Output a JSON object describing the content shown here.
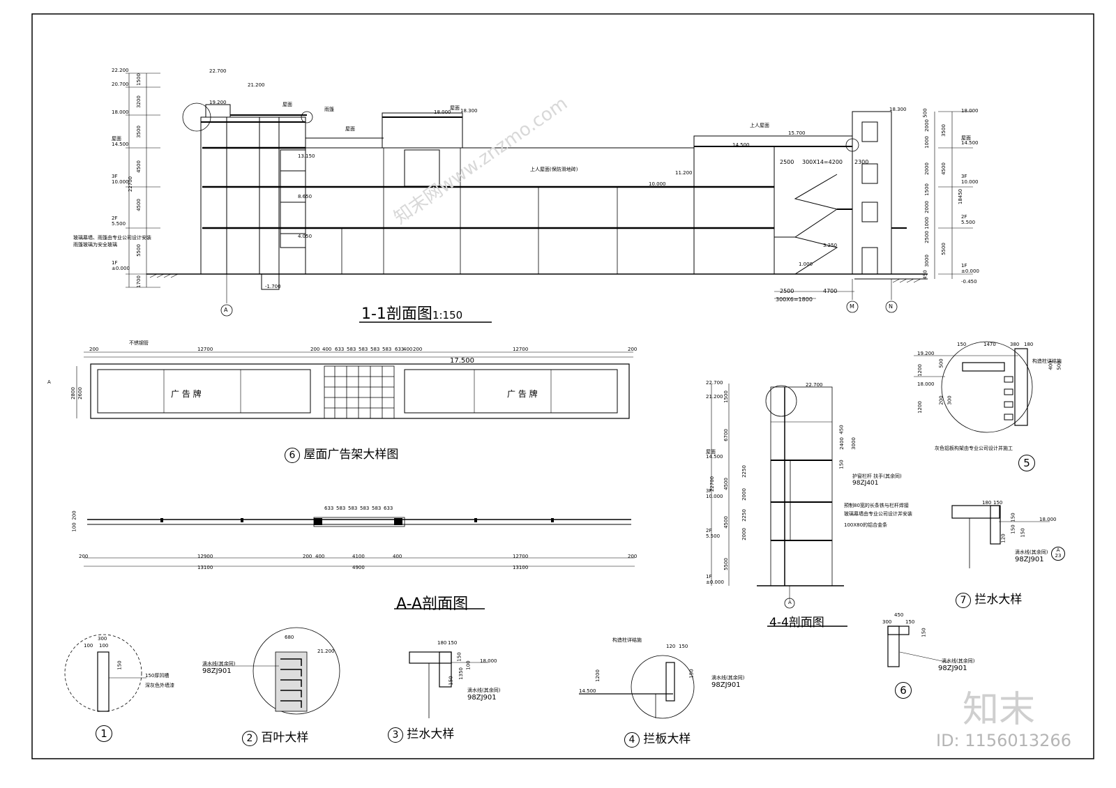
{
  "titles": {
    "section_1_1": "1-1剖面图",
    "section_1_1_scale": "1:150",
    "roof_ad": "屋面广告架大样图",
    "roof_ad_num": "6",
    "section_aa": "A-A剖面图",
    "section_44": "4-4剖面图",
    "d1_num": "1",
    "d2_num": "2",
    "d2": "百叶大样",
    "d3_num": "3",
    "d3": "拦水大样",
    "d4_num": "4",
    "d4": "拦板大样",
    "d5_num": "5",
    "d6_num": "6",
    "d7_num": "7",
    "d7": "拦水大样"
  },
  "section_1_1": {
    "left_levels": [
      "22.200",
      "20.700",
      "18.000",
      "屋面",
      "14.500",
      "3F",
      "10.000",
      "2F",
      "5.500",
      "1F",
      "±0.000"
    ],
    "left_dims": [
      "1500",
      "3200",
      "3500",
      "4500",
      "22700",
      "4500",
      "5500",
      "1700"
    ],
    "right_levels": [
      "18.000",
      "屋面",
      "14.500",
      "3F",
      "10.000",
      "2F",
      "5.500",
      "1F",
      "±0.000",
      "-0.450"
    ],
    "right_dims": [
      "500",
      "2000",
      "1000",
      "3500",
      "2000",
      "4500",
      "1500",
      "18450",
      "2000",
      "1000",
      "2500",
      "5500",
      "3000",
      "450"
    ],
    "top_levels": [
      "22.700",
      "21.200",
      "19.200",
      "18.000",
      "18.300",
      "15.700",
      "14.500",
      "13.150",
      "11.200",
      "10.000",
      "8.650",
      "4.050",
      "3.250",
      "1.000",
      "-1.700",
      "18.300"
    ],
    "notes": [
      "玻璃幕墙、雨篷由专业公司设计安装",
      "雨篷玻璃为安全玻璃",
      "上人屋面(保防滑地砖)",
      "上人屋面",
      "屋面",
      "屋面",
      "屋面",
      "雨篷"
    ],
    "stair_dims": [
      "2500",
      "300X14=4200",
      "2300"
    ],
    "bottom_dims": [
      "2500",
      "4700",
      "300X6=1800"
    ],
    "axes": [
      "A",
      "M",
      "N"
    ]
  },
  "roof_ad": {
    "label_steel": "不锈钢管",
    "level": "17.500",
    "top_dims": [
      "200",
      "12700",
      "200",
      "400",
      "633",
      "583",
      "583",
      "583",
      "583",
      "633",
      "400",
      "200",
      "12700",
      "200"
    ],
    "left_dims": [
      "2800",
      "2600"
    ],
    "board": "广 告 牌",
    "section_mark": "A"
  },
  "section_aa": {
    "top_dims": [
      "633",
      "583",
      "583",
      "583",
      "583",
      "633"
    ],
    "dims_row1": [
      "200",
      "12900",
      "200",
      "400",
      "4100",
      "400",
      "12700",
      "200"
    ],
    "dims_row2": [
      "13100",
      "4900",
      "13100"
    ],
    "left_dims": [
      "100",
      "200"
    ]
  },
  "section_44": {
    "levels": [
      "22.700",
      "21.200",
      "屋面",
      "14.500",
      "3F",
      "10.000",
      "2F",
      "5.500",
      "1F",
      "±0.000"
    ],
    "dims": [
      "1500",
      "6700",
      "22700",
      "4500",
      "4500",
      "5500",
      "2250",
      "2000",
      "2250",
      "2000",
      "2400",
      "3000",
      "150",
      "450"
    ],
    "notes": [
      "护窗栏杆 扶手(其余同)",
      "98ZJ401",
      "预制80宽的长条铁与栏杆焊接",
      "玻璃幕墙由专业公司设计并安装",
      "100X80的铝合金条"
    ],
    "axis": "A",
    "top_level": "22.700"
  },
  "detail_5": {
    "dims": [
      "150",
      "1470",
      "380",
      "180",
      "1200",
      "500",
      "400",
      "500",
      "200",
      "300",
      "1200"
    ],
    "levels": [
      "19.200",
      "18.000"
    ],
    "notes": [
      "构造柱详结施",
      "灰色铝板构架由专业公司设计并施工"
    ]
  },
  "detail_7": {
    "dims": [
      "180",
      "150",
      "150",
      "150",
      "120",
      "150"
    ],
    "level": "18.000",
    "note": "滴水线(其余同)",
    "ref": "98ZJ901",
    "ref_a": "A",
    "ref_n": "23"
  },
  "detail_1": {
    "dims": [
      "300",
      "100",
      "100",
      "150"
    ],
    "notes": [
      "150厚凹槽",
      "深灰色外墙漆"
    ]
  },
  "detail_2": {
    "note": "滴水线(其余同)",
    "ref": "98ZJ901",
    "dims": [
      "680",
      "21.200"
    ]
  },
  "detail_3": {
    "dims": [
      "180",
      "150",
      "150",
      "100",
      "1350",
      "150"
    ],
    "level": "18.000",
    "note": "滴水线(其余同)",
    "ref": "98ZJ901"
  },
  "detail_4": {
    "dims": [
      "120",
      "150",
      "1200",
      "150"
    ],
    "level": "14.500",
    "notes": [
      "构造柱详结施",
      "滴水线(其余同)"
    ],
    "ref": "98ZJ901"
  },
  "detail_6": {
    "dims": [
      "450",
      "300",
      "150",
      "150"
    ],
    "note": "滴水线(其余同)",
    "ref": "98ZJ901"
  },
  "watermarks": [
    "知末网www.znzmo.com",
    "知末"
  ],
  "id_text": "ID: 1156013266"
}
